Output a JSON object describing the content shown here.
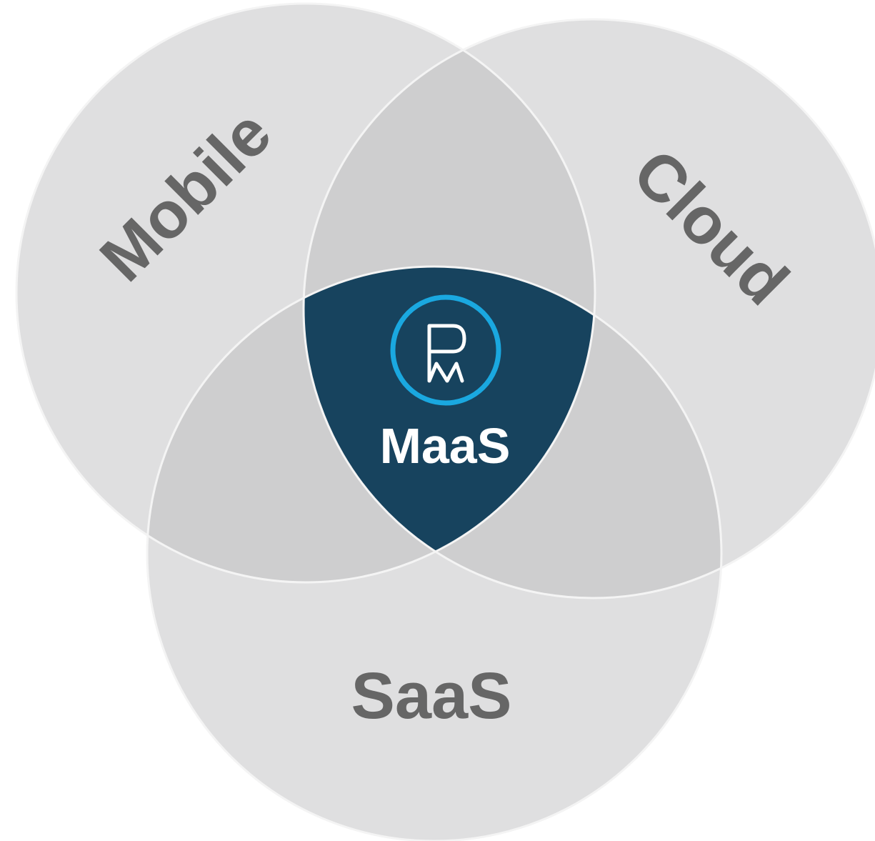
{
  "diagram": {
    "sets": [
      {
        "id": "mobile",
        "label": "Mobile"
      },
      {
        "id": "cloud",
        "label": "Cloud"
      },
      {
        "id": "saas",
        "label": "SaaS"
      }
    ],
    "center": {
      "label": "MaaS",
      "logo_icon": "pw-logo-icon"
    },
    "colors": {
      "circle_fill": "#dfdfe0",
      "circle_stroke": "#f4f4f4",
      "overlap_fill": "#cececf",
      "center_fill": "#17435e",
      "label_text": "#666666",
      "center_text": "#ffffff",
      "logo_ring": "#1aa8e0"
    }
  }
}
